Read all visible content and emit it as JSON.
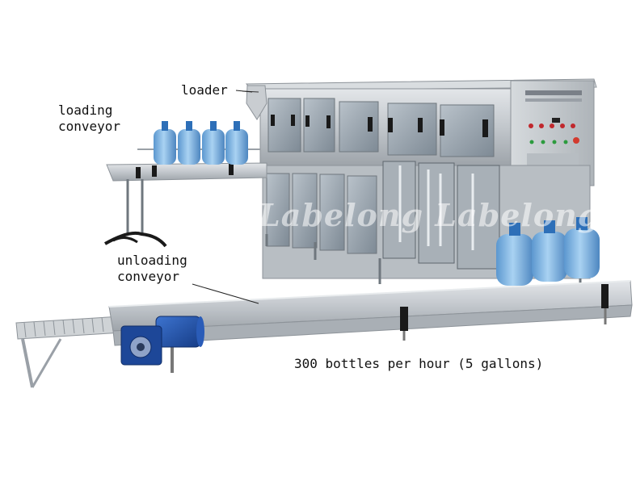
{
  "labels": {
    "loader": "loader",
    "loading_line1": "loading",
    "loading_line2": "conveyor",
    "unloading_line1": "unloading",
    "unloading_line2": "conveyor",
    "capacity": "300 bottles per hour (5 gallons)"
  },
  "watermark": "Labelong  Labelong",
  "colors": {
    "background": "#ffffff",
    "steel": "#c9cdd1",
    "steel_dark": "#8d9399",
    "bottle": "#7fb6e6",
    "motor": "#1f4fa8",
    "text": "#111111"
  }
}
